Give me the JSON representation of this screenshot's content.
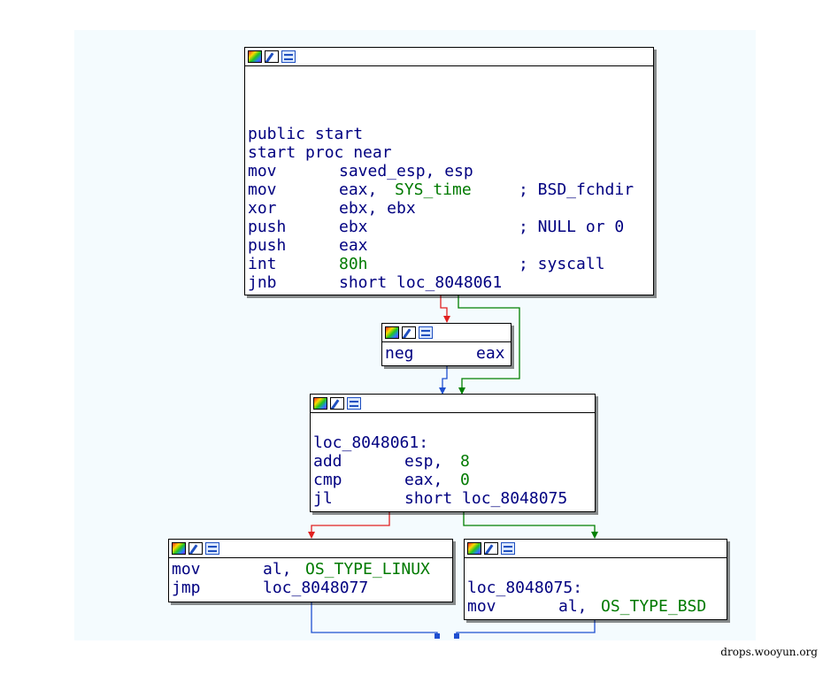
{
  "nodes": {
    "start": {
      "lines": [
        {
          "label": "public start",
          "mnemonic": "",
          "operand": "",
          "comment": ""
        },
        {
          "label": "start proc near",
          "mnemonic": "",
          "operand": "",
          "comment": ""
        },
        {
          "label": "",
          "mnemonic": "mov",
          "operand_plain": "saved_esp, esp",
          "comment": ""
        },
        {
          "label": "",
          "mnemonic": "mov",
          "operand_plain": "eax, ",
          "operand_green": "SYS_time",
          "comment": "; BSD_fchdir"
        },
        {
          "label": "",
          "mnemonic": "xor",
          "operand_plain": "ebx, ebx",
          "comment": ""
        },
        {
          "label": "",
          "mnemonic": "push",
          "operand_plain": "ebx",
          "comment": "; NULL or 0"
        },
        {
          "label": "",
          "mnemonic": "push",
          "operand_plain": "eax",
          "comment": ""
        },
        {
          "label": "",
          "mnemonic": "int",
          "operand_green": "80h",
          "comment": "; syscall"
        },
        {
          "label": "",
          "mnemonic": "jnb",
          "operand_plain": "short loc_8048061",
          "comment": ""
        }
      ]
    },
    "neg": {
      "mnemonic": "neg",
      "operand": "eax"
    },
    "loc_8048061": {
      "label": "loc_8048061:",
      "rows": [
        {
          "mnemonic": "add",
          "operand_plain": "esp, ",
          "operand_green": "8"
        },
        {
          "mnemonic": "cmp",
          "operand_plain": "eax, ",
          "operand_green": "0"
        },
        {
          "mnemonic": "jl",
          "operand_plain": "short loc_8048075",
          "operand_green": ""
        }
      ]
    },
    "linux": {
      "rows": [
        {
          "mnemonic": "mov",
          "operand_plain": "al, ",
          "operand_green": "OS_TYPE_LINUX"
        },
        {
          "mnemonic": "jmp",
          "operand_plain": "loc_8048077",
          "operand_green": ""
        }
      ]
    },
    "bsd": {
      "label": "loc_8048075:",
      "mnemonic": "mov",
      "operand_plain": "al, ",
      "operand_green": "OS_TYPE_BSD"
    }
  },
  "watermark": "drops.wooyun.org",
  "colors": {
    "code": "#000080",
    "constant": "#007a00",
    "edge_true": "#008000",
    "edge_false": "#e02020",
    "edge_unconditional": "#1f4fd0",
    "canvas_bg": "#f4fbfe"
  },
  "icons": [
    "graph-overview-icon",
    "edit-node-icon",
    "xref-list-icon"
  ]
}
